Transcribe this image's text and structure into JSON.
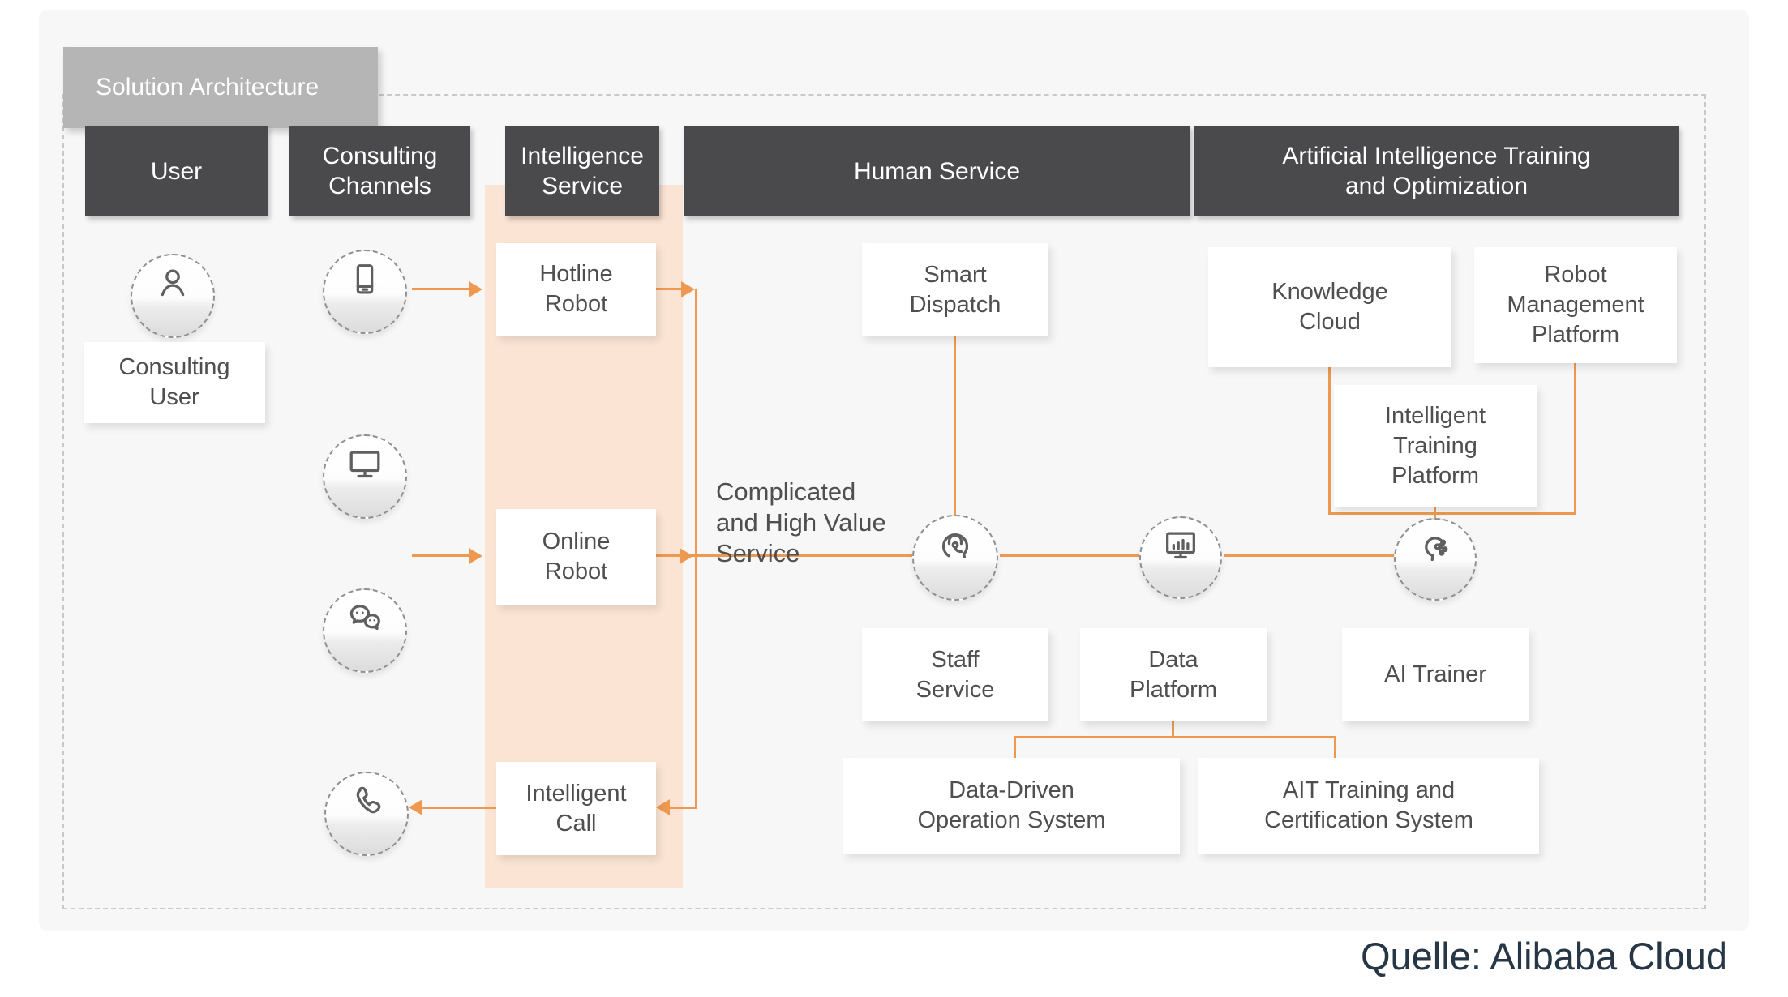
{
  "colors": {
    "orange": "#ef9950",
    "header_bg": "#4a4a4c",
    "peach": "#fbe4d4",
    "panel": "#f7f7f7",
    "label_gray": "#b5b5b6",
    "text": "#4f4f4f",
    "source": "#263645"
  },
  "badge": {
    "label": "Solution Architecture"
  },
  "headers": {
    "user": "User",
    "consulting_channels": "Consulting\nChannels",
    "intelligence_service": "Intelligence\nService",
    "human_service": "Human Service",
    "ai_training": "Artificial Intelligence Training\nand Optimization"
  },
  "nodes": {
    "consulting_user": "Consulting\nUser",
    "hotline_robot": "Hotline\nRobot",
    "online_robot": "Online\nRobot",
    "intelligent_call": "Intelligent\nCall",
    "smart_dispatch": "Smart\nDispatch",
    "knowledge_cloud": "Knowledge\nCloud",
    "robot_management_platform": "Robot\nManagement\nPlatform",
    "intelligent_training_platform": "Intelligent\nTraining\nPlatform",
    "staff_service": "Staff\nService",
    "data_platform": "Data\nPlatform",
    "ai_trainer": "AI Trainer",
    "data_driven_operation_system": "Data-Driven\nOperation System",
    "ait_training_certification_system": "AIT Training and\nCertification System"
  },
  "annotations": {
    "complicated_service": "Complicated\nand High Value\nService"
  },
  "icons": {
    "consulting_user": "user-icon",
    "mobile_channel": "smartphone-icon",
    "desktop_channel": "desktop-monitor-icon",
    "wechat_channel": "wechat-chat-icon",
    "phone_channel": "phone-call-icon",
    "staff_service": "headset-agent-icon",
    "data_platform": "dashboard-chart-icon",
    "ai_trainer": "ai-robot-head-icon"
  },
  "source": {
    "label": "Quelle: Alibaba Cloud"
  }
}
